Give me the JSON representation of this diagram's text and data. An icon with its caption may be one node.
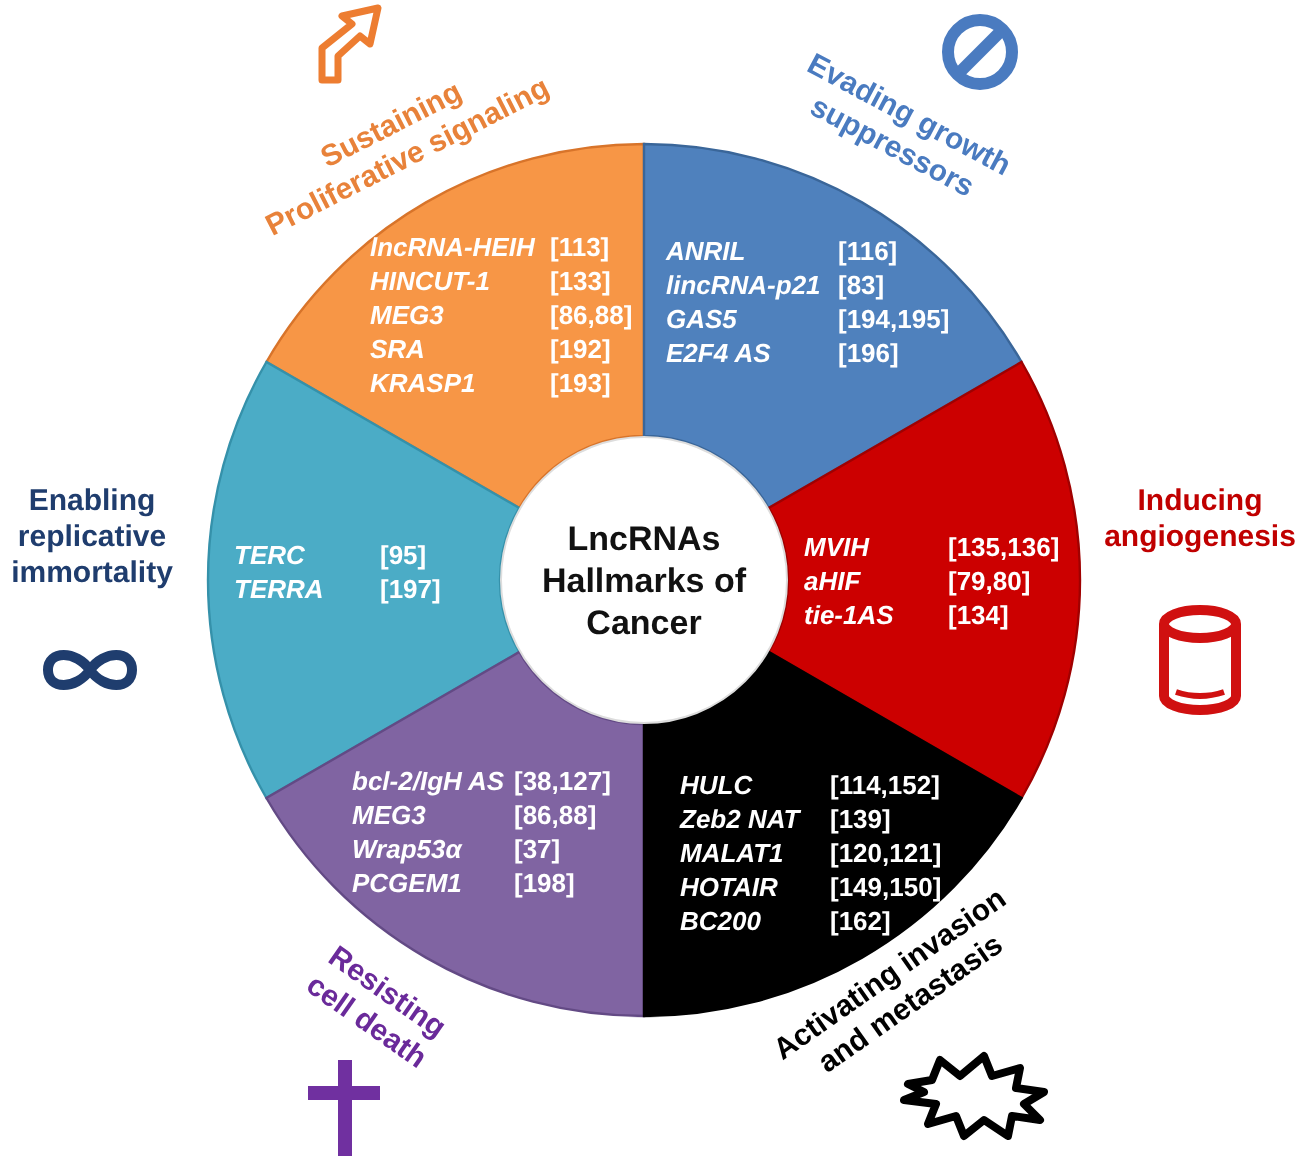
{
  "diagram": {
    "nodes": [
      {
        "text": [
          "lncRNA-HEIH",
          "[113]",
          "HINCUT-1",
          "[133]",
          "MEG3",
          "[86,88]",
          "SRA",
          "[192]",
          "KRASP1",
          "[193]"
        ],
        "beside": [
          "Sustaining Proliferative signaling"
        ]
      },
      {
        "text": [
          "ANRIL",
          "[116]",
          "lincRNA-p21",
          "[83]",
          "GAS5",
          "[194,195]",
          "E2F4 AS",
          "[196]"
        ],
        "beside": [
          "Evading growth suppressors"
        ]
      },
      {
        "text": [
          "TERC",
          "[95]",
          "TERRA",
          "[197]"
        ],
        "beside": [
          "Enabling replicative immortality"
        ]
      },
      {
        "text": [
          "LncRNAs Hallmarks of Cancer"
        ]
      },
      {
        "text": [
          "MVIH",
          "[135,136]",
          "aHIF",
          "[79,80]",
          "tie-1AS",
          "[134]"
        ],
        "beside": [
          "Inducing angiogenesis"
        ]
      },
      {
        "text": [
          "bcl-2/IgH AS",
          "[38,127]",
          "MEG3",
          "[86,88]",
          "Wrap53α",
          "[37]",
          "PCGEM1",
          "[198]"
        ],
        "beside": [
          "Resisting cell death"
        ]
      },
      {
        "text": [
          "HULC",
          "[114,152]",
          "Zeb2 NAT",
          "[139]",
          "MALAT1",
          "[120,121]",
          "HOTAIR",
          "[149,150]",
          "BC200",
          "[162]"
        ],
        "beside": [
          "Activating invasion and metastasis"
        ]
      }
    ]
  }
}
